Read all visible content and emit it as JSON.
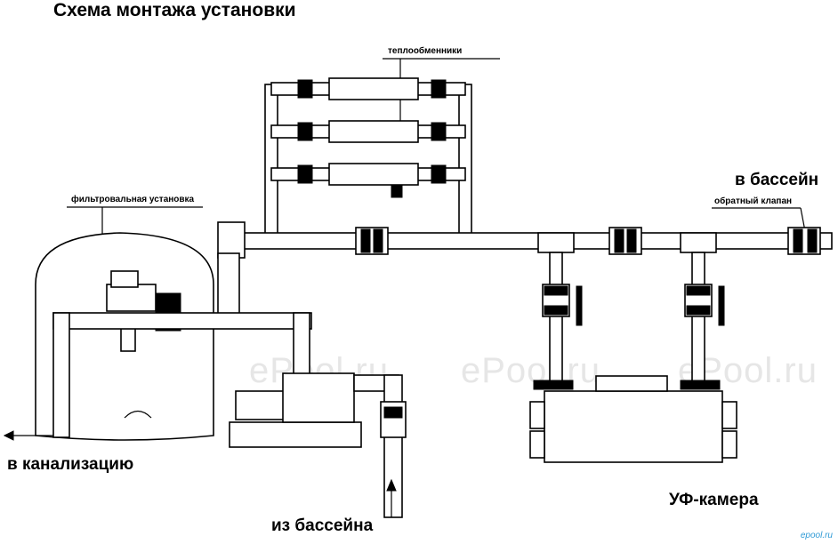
{
  "title": "Схема монтажа установки",
  "labels": {
    "exchangers": "теплообменники",
    "filter": "фильтровальная установка",
    "to_pool": "в бассейн",
    "check_valve": "обратный клапан",
    "to_sewer": "в канализацию",
    "uv_chamber": "УФ-камера",
    "from_pool": "из бассейна"
  },
  "watermark": "ePool.ru",
  "corner_logo": "epool.ru"
}
